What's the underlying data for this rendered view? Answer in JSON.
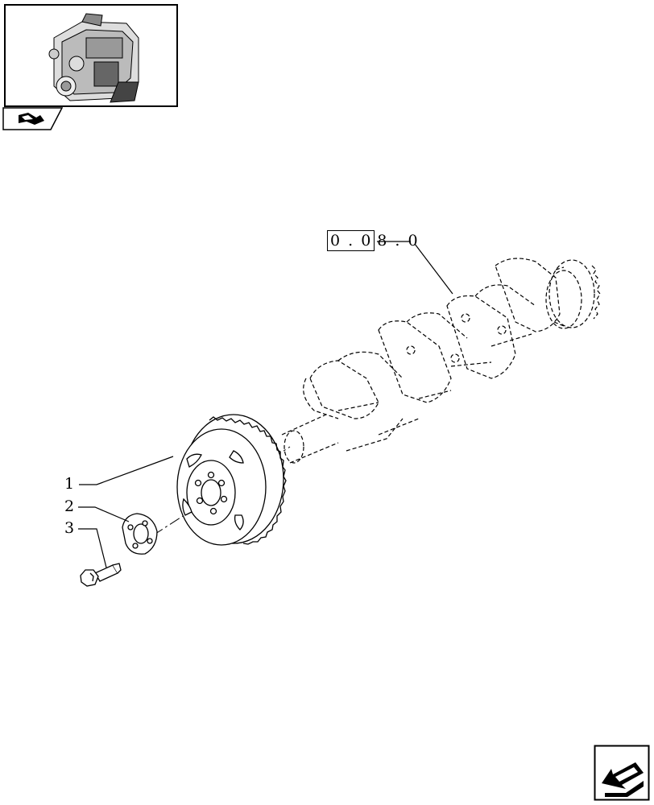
{
  "diagram": {
    "reference_code_boxed": "0 . 0",
    "reference_code_tail": "8 . 0",
    "callouts": [
      {
        "number": "1",
        "part": "pulley"
      },
      {
        "number": "2",
        "part": "washer"
      },
      {
        "number": "3",
        "part": "bolt"
      }
    ]
  },
  "icons": {
    "thumbnail": "engine-thumbnail-icon",
    "tab": "book-arrow-icon",
    "nav": "next-page-arrow-icon"
  }
}
